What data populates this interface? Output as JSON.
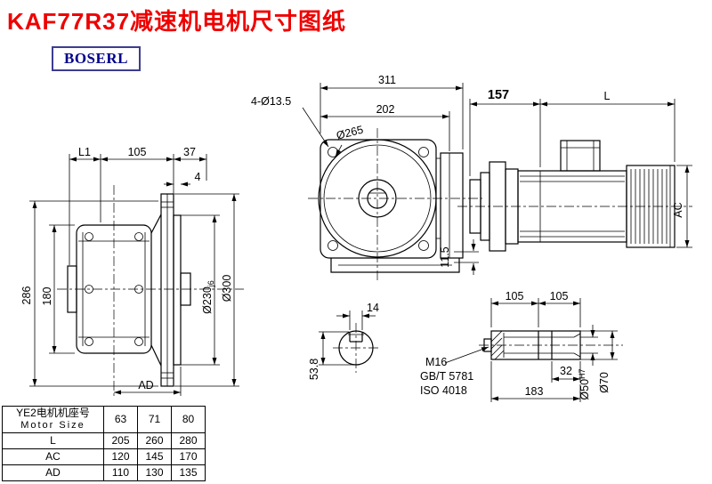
{
  "page": {
    "title": "KAF77R37减速机电机尺寸图纸",
    "logo": "BOSERL"
  },
  "side_view": {
    "l1": "L1",
    "d105": "105",
    "d37": "37",
    "d4": "4",
    "d286": "286",
    "d180": "180",
    "ad": "AD",
    "d230": "Ø230",
    "d230_tol": "j6",
    "d300": "Ø300"
  },
  "front_view": {
    "d311": "311",
    "d202": "202",
    "holes": "4-Ø13.5",
    "d265": "Ø265",
    "d115": "11.5"
  },
  "motor_view": {
    "d157": "157",
    "l": "L",
    "ac": "AC"
  },
  "shaft_end_view": {
    "d14": "14",
    "d538": "53.8"
  },
  "shaft_detail": {
    "d105a": "105",
    "d105b": "105",
    "thread": "M16",
    "std_gb": "GB/T 5781",
    "std_iso": "ISO 4018",
    "d32": "32",
    "d183": "183",
    "d50": "Ø50",
    "d50_tol": "H7",
    "d70": "Ø70"
  },
  "table": {
    "header_cn": "YE2电机机座号",
    "header_en": "Motor Size",
    "sizes": [
      "63",
      "71",
      "80"
    ],
    "rows": [
      {
        "label": "L",
        "values": [
          "205",
          "260",
          "280"
        ]
      },
      {
        "label": "AC",
        "values": [
          "120",
          "145",
          "170"
        ]
      },
      {
        "label": "AD",
        "values": [
          "110",
          "130",
          "135"
        ]
      }
    ]
  }
}
